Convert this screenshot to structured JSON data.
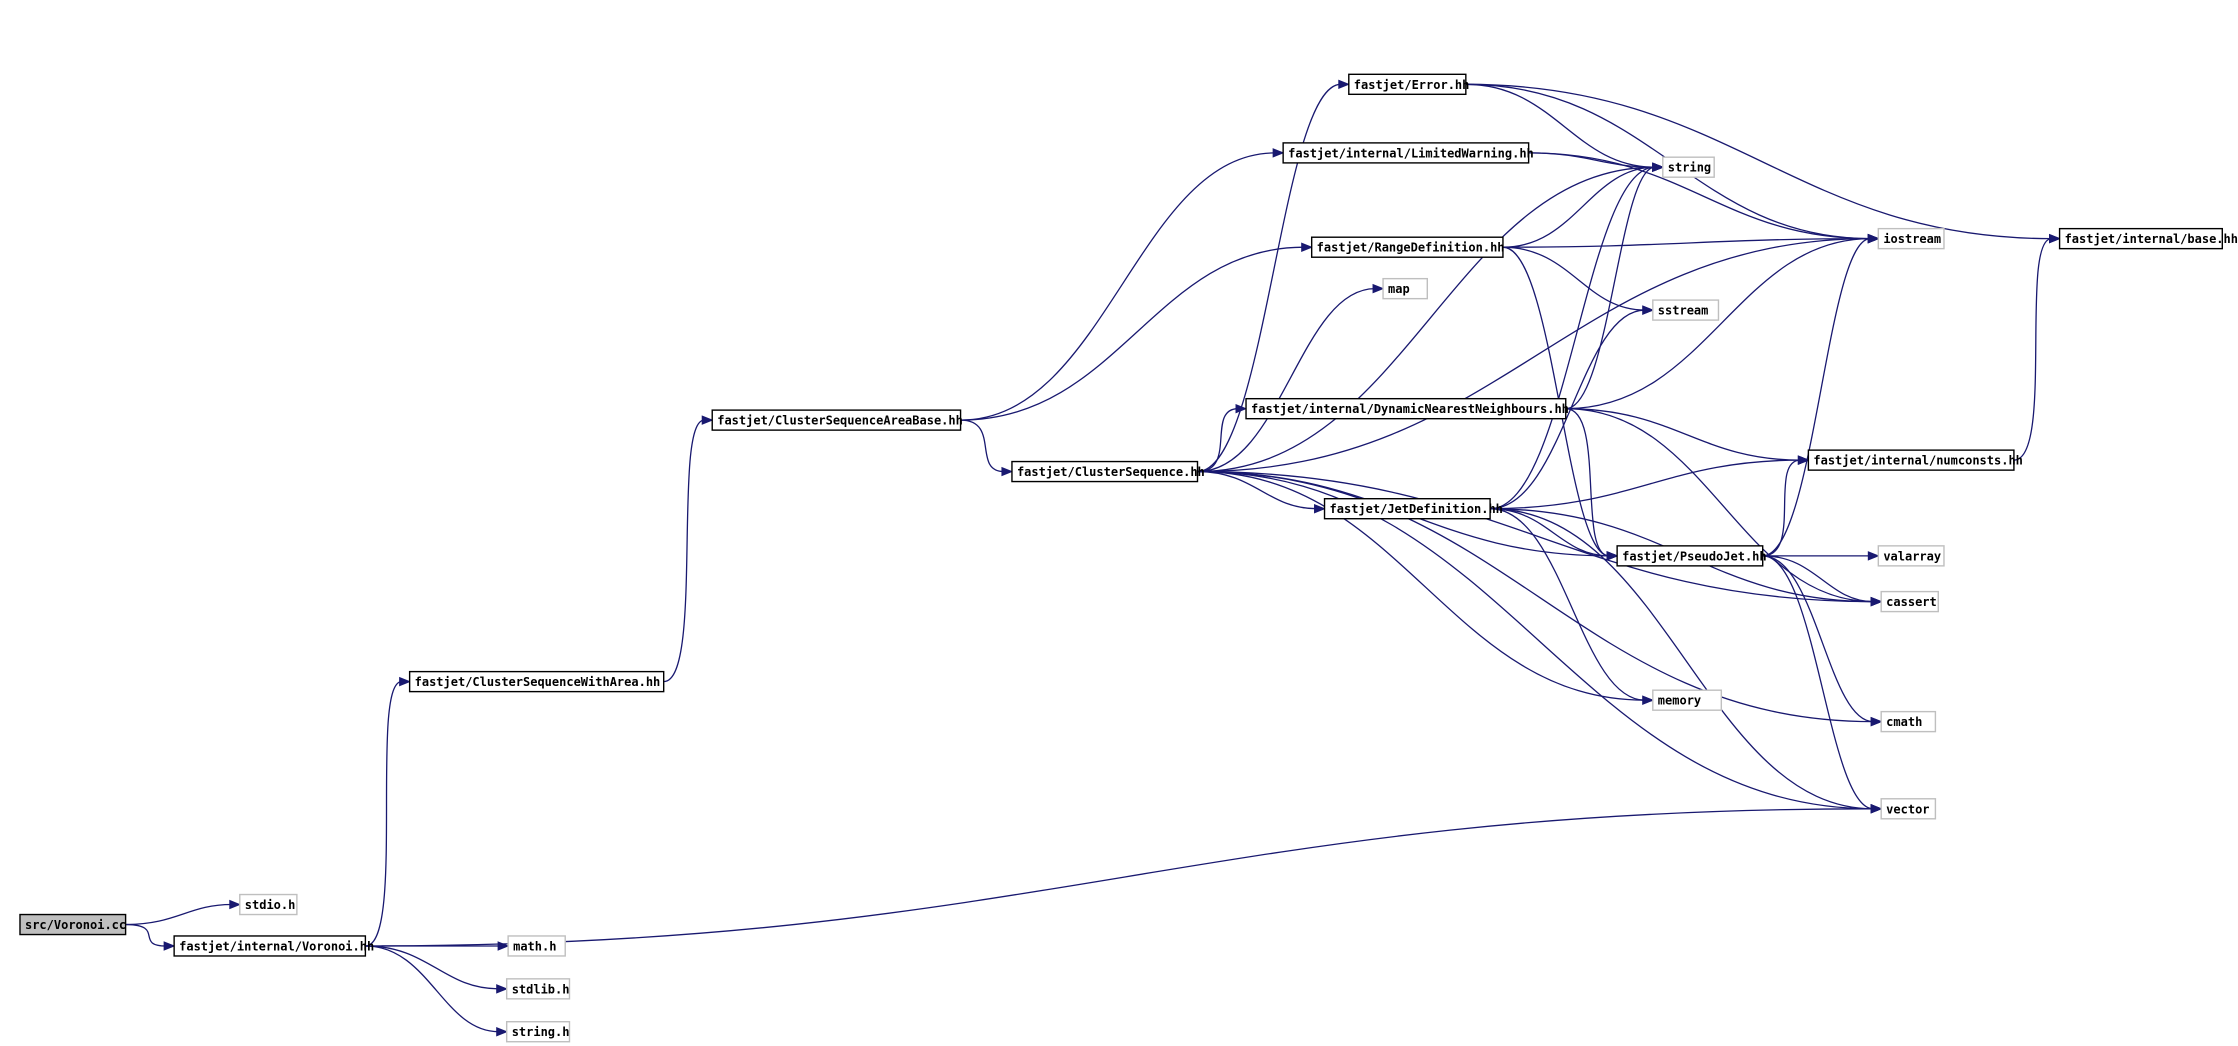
{
  "graph": {
    "nodes": [
      {
        "id": "voronoi_cc",
        "label": "src/Voronoi.cc",
        "kind": "root"
      },
      {
        "id": "stdio_h",
        "label": "stdio.h",
        "kind": "system"
      },
      {
        "id": "voronoi_hh",
        "label": "fastjet/internal/Voronoi.hh",
        "kind": "header"
      },
      {
        "id": "math_h",
        "label": "math.h",
        "kind": "system"
      },
      {
        "id": "stdlib_h",
        "label": "stdlib.h",
        "kind": "system"
      },
      {
        "id": "string_h",
        "label": "string.h",
        "kind": "system"
      },
      {
        "id": "cswa_hh",
        "label": "fastjet/ClusterSequenceWithArea.hh",
        "kind": "header"
      },
      {
        "id": "csab_hh",
        "label": "fastjet/ClusterSequenceAreaBase.hh",
        "kind": "header"
      },
      {
        "id": "cs_hh",
        "label": "fastjet/ClusterSequence.hh",
        "kind": "header"
      },
      {
        "id": "error_hh",
        "label": "fastjet/Error.hh",
        "kind": "header"
      },
      {
        "id": "limwarn_hh",
        "label": "fastjet/internal/LimitedWarning.hh",
        "kind": "header"
      },
      {
        "id": "rangedef_hh",
        "label": "fastjet/RangeDefinition.hh",
        "kind": "header"
      },
      {
        "id": "map",
        "label": "map",
        "kind": "system"
      },
      {
        "id": "dnn_hh",
        "label": "fastjet/internal/DynamicNearestNeighbours.hh",
        "kind": "header"
      },
      {
        "id": "jetdef_hh",
        "label": "fastjet/JetDefinition.hh",
        "kind": "header"
      },
      {
        "id": "pseudojet_hh",
        "label": "fastjet/PseudoJet.hh",
        "kind": "header"
      },
      {
        "id": "string",
        "label": "string",
        "kind": "system"
      },
      {
        "id": "sstream",
        "label": "sstream",
        "kind": "system"
      },
      {
        "id": "memory",
        "label": "memory",
        "kind": "system"
      },
      {
        "id": "iostream",
        "label": "iostream",
        "kind": "system"
      },
      {
        "id": "numconsts_hh",
        "label": "fastjet/internal/numconsts.hh",
        "kind": "header"
      },
      {
        "id": "valarray",
        "label": "valarray",
        "kind": "system"
      },
      {
        "id": "cassert",
        "label": "cassert",
        "kind": "system"
      },
      {
        "id": "cmath",
        "label": "cmath",
        "kind": "system"
      },
      {
        "id": "vector",
        "label": "vector",
        "kind": "system"
      },
      {
        "id": "base_hh",
        "label": "fastjet/internal/base.hh",
        "kind": "header"
      }
    ],
    "edges": [
      [
        "voronoi_cc",
        "stdio_h"
      ],
      [
        "voronoi_cc",
        "voronoi_hh"
      ],
      [
        "voronoi_hh",
        "math_h"
      ],
      [
        "voronoi_hh",
        "stdlib_h"
      ],
      [
        "voronoi_hh",
        "string_h"
      ],
      [
        "voronoi_hh",
        "cswa_hh"
      ],
      [
        "voronoi_hh",
        "vector"
      ],
      [
        "cswa_hh",
        "csab_hh"
      ],
      [
        "csab_hh",
        "cs_hh"
      ],
      [
        "csab_hh",
        "limwarn_hh"
      ],
      [
        "csab_hh",
        "rangedef_hh"
      ],
      [
        "cs_hh",
        "error_hh"
      ],
      [
        "cs_hh",
        "string"
      ],
      [
        "cs_hh",
        "map"
      ],
      [
        "cs_hh",
        "iostream"
      ],
      [
        "cs_hh",
        "dnn_hh"
      ],
      [
        "cs_hh",
        "jetdef_hh"
      ],
      [
        "cs_hh",
        "pseudojet_hh"
      ],
      [
        "cs_hh",
        "memory"
      ],
      [
        "cs_hh",
        "cassert"
      ],
      [
        "cs_hh",
        "cmath"
      ],
      [
        "cs_hh",
        "vector"
      ],
      [
        "error_hh",
        "string"
      ],
      [
        "error_hh",
        "iostream"
      ],
      [
        "error_hh",
        "base_hh"
      ],
      [
        "limwarn_hh",
        "string"
      ],
      [
        "limwarn_hh",
        "iostream"
      ],
      [
        "rangedef_hh",
        "string"
      ],
      [
        "rangedef_hh",
        "iostream"
      ],
      [
        "rangedef_hh",
        "sstream"
      ],
      [
        "rangedef_hh",
        "pseudojet_hh"
      ],
      [
        "dnn_hh",
        "string"
      ],
      [
        "dnn_hh",
        "iostream"
      ],
      [
        "dnn_hh",
        "numconsts_hh"
      ],
      [
        "dnn_hh",
        "pseudojet_hh"
      ],
      [
        "dnn_hh",
        "cassert"
      ],
      [
        "jetdef_hh",
        "string"
      ],
      [
        "jetdef_hh",
        "sstream"
      ],
      [
        "jetdef_hh",
        "numconsts_hh"
      ],
      [
        "jetdef_hh",
        "pseudojet_hh"
      ],
      [
        "jetdef_hh",
        "memory"
      ],
      [
        "jetdef_hh",
        "cassert"
      ],
      [
        "jetdef_hh",
        "vector"
      ],
      [
        "pseudojet_hh",
        "iostream"
      ],
      [
        "pseudojet_hh",
        "numconsts_hh"
      ],
      [
        "pseudojet_hh",
        "valarray"
      ],
      [
        "pseudojet_hh",
        "cassert"
      ],
      [
        "pseudojet_hh",
        "cmath"
      ],
      [
        "pseudojet_hh",
        "vector"
      ],
      [
        "numconsts_hh",
        "base_hh"
      ]
    ]
  }
}
